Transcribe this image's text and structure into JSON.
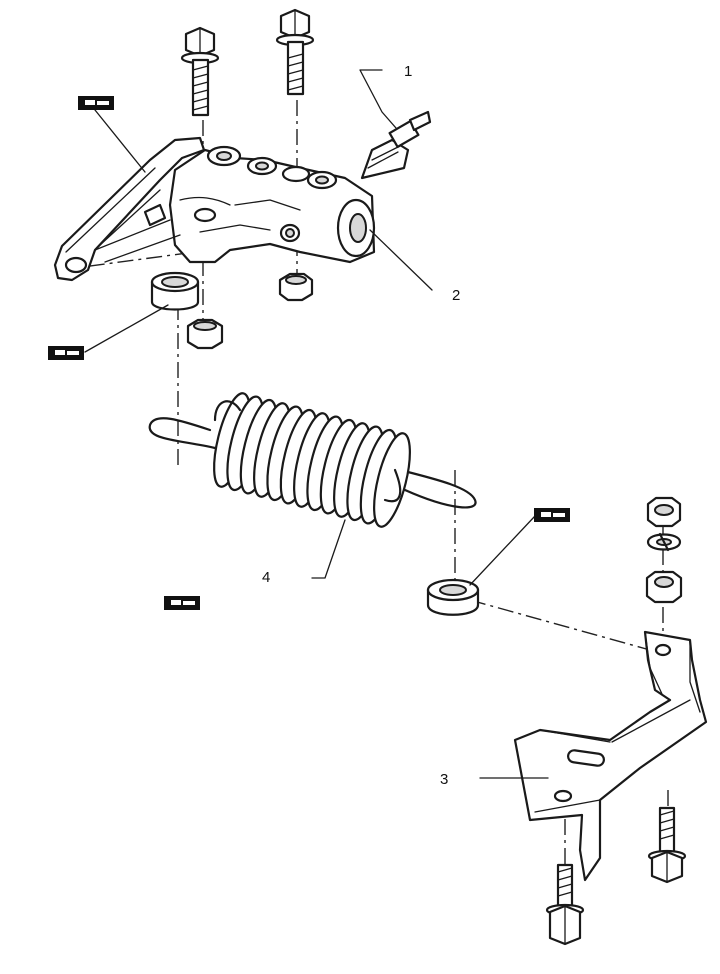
{
  "callouts": [
    {
      "id": "1",
      "text": "1"
    },
    {
      "id": "2",
      "text": "2"
    },
    {
      "id": "3",
      "text": "3"
    },
    {
      "id": "4",
      "text": "4"
    }
  ],
  "colors": {
    "line": "#1a1a1a",
    "badge": "#111111",
    "background": "#ffffff"
  },
  "badge_icon": "lubricant-symbol-icon"
}
